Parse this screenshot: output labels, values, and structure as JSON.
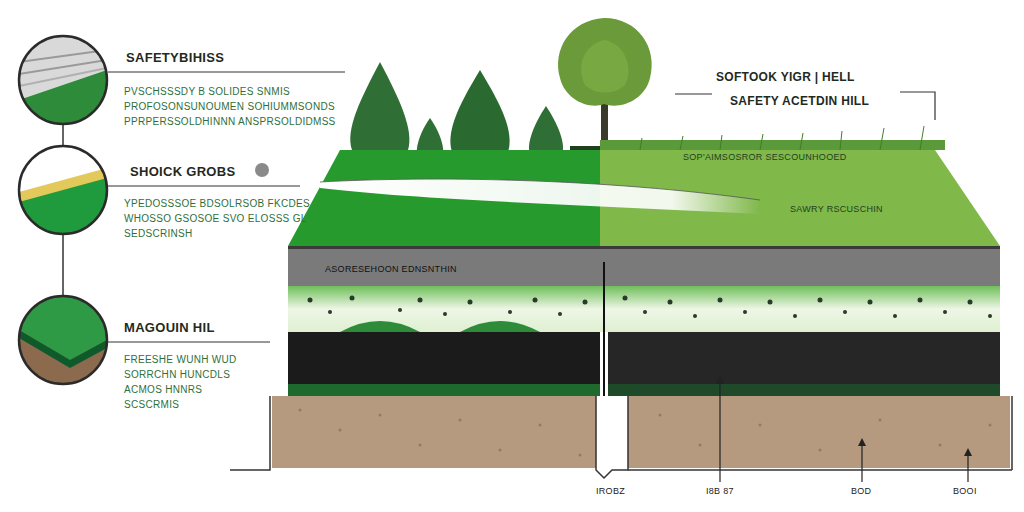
{
  "diagram": {
    "labels": [
      "SAFETYBIHISS",
      "PVSCHSSSDY B SOLIDES SNMIS PROFOSONSUNOUMEN SOHIUMMSONDS PPRPERSSOLDHINNN ANSPRSOLDIDMSS",
      "SHOICK GROBS",
      "YPEDOSSSOE BDSOLRSOB FKCDES WHOSSO GSOSOE SVO ELOSSS GL SEDSCRINSH",
      "MAGOUIN HIL",
      "FREESHE WUNH WUD SORRCHN HUNCDLS ACMOS HNNRS SCSCRMIS",
      "SOFTOOK YIGR | HELL",
      "SAFETY ACETDIN HILL",
      "SOP'AIMSOSROR SESCOUNHOOED",
      "SAWRY RSCUSCHIN",
      "ASORESEHOON EDNSNTHIN",
      "IROBZ",
      "I8B 87",
      "BOD",
      "BOOI"
    ]
  }
}
